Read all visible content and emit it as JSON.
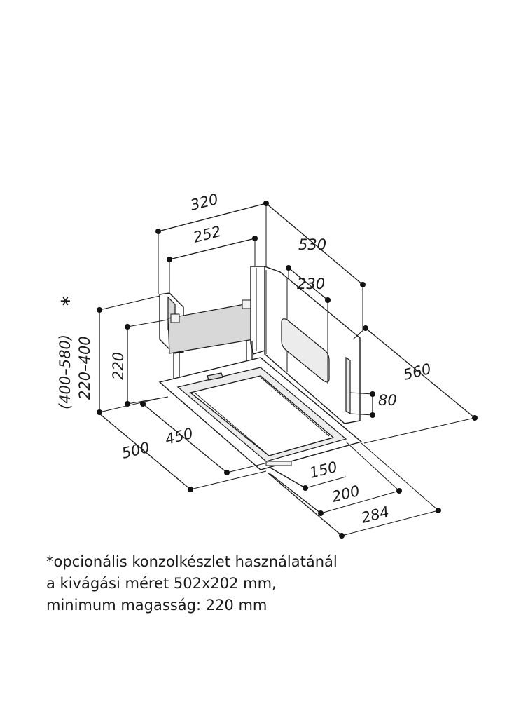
{
  "dimensions": {
    "d320": "320",
    "d252": "252",
    "d530": "530",
    "d230": "230",
    "d220": "220",
    "d220_400": "220–400",
    "d400_580": "(400–580)",
    "asterisk": "∗",
    "d560": "560",
    "d80": "80",
    "d500": "500",
    "d450": "450",
    "d150": "150",
    "d200": "200",
    "d284": "284"
  },
  "note": {
    "line1": "*opcionális konzolkészlet használatánál",
    "line2": "a kivágási méret 502x202 mm,",
    "line3": "minimum magasság: 220 mm"
  }
}
